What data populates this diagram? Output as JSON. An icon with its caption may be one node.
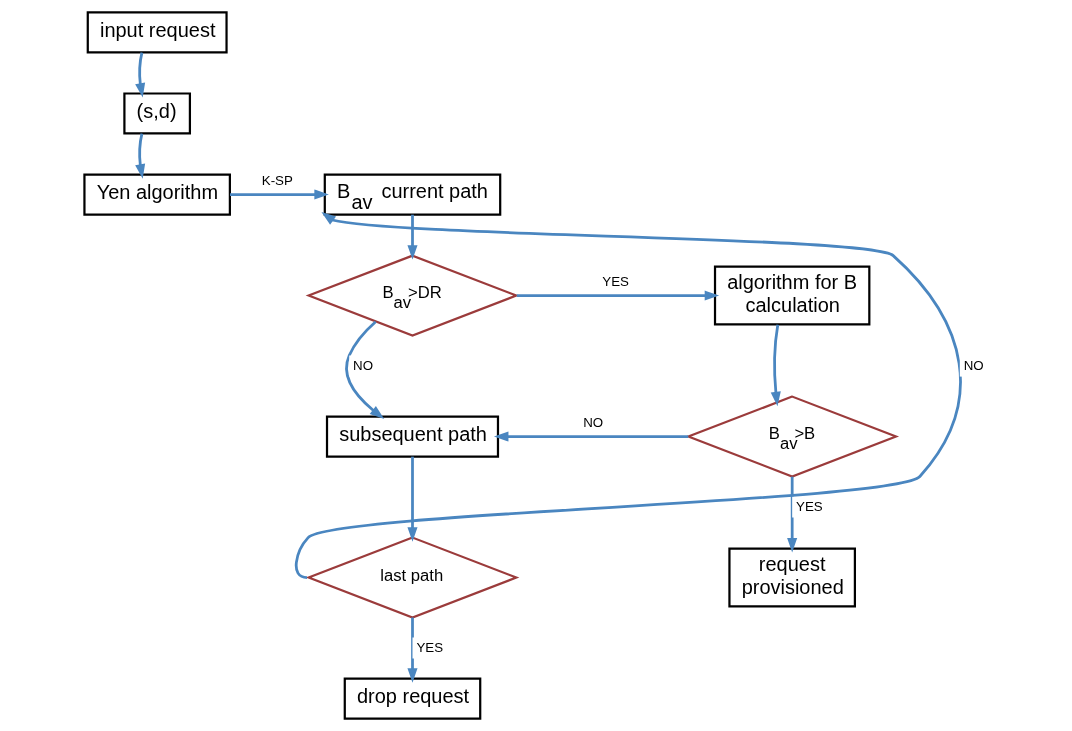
{
  "diagram": {
    "nodes": [
      {
        "text": [
          "input request"
        ]
      },
      {
        "text": [
          "(s,d)"
        ]
      },
      {
        "text": [
          "Yen algorithm"
        ]
      },
      {
        "text": [
          "B$_{av}$ current path"
        ]
      },
      {
        "text": [
          "B$_{av}$>DR"
        ]
      },
      {
        "text": [
          "algorithm for B calculation"
        ]
      },
      {
        "text": [
          "subsequent path"
        ]
      },
      {
        "text": [
          "B$_{av}$>B"
        ]
      },
      {
        "text": [
          "last path"
        ]
      },
      {
        "text": [
          "request provisioned"
        ]
      },
      {
        "text": [
          "drop request"
        ]
      }
    ],
    "edges": [
      {
        "from": 0,
        "to": 1,
        "arrow": "to"
      },
      {
        "from": 1,
        "to": 2,
        "arrow": "to"
      },
      {
        "from": 2,
        "to": 3,
        "arrow": "to",
        "label": "K-SP"
      },
      {
        "from": 3,
        "to": 4,
        "arrow": "to"
      },
      {
        "from": 4,
        "to": 5,
        "arrow": "to",
        "label": "YES"
      },
      {
        "from": 4,
        "to": 6,
        "arrow": "to",
        "label": "NO"
      },
      {
        "from": 5,
        "to": 7,
        "arrow": "to"
      },
      {
        "from": 7,
        "to": 6,
        "arrow": "to",
        "label": "NO"
      },
      {
        "from": 7,
        "to": 9,
        "arrow": "to",
        "label": "YES"
      },
      {
        "from": 6,
        "to": 8,
        "arrow": "to"
      },
      {
        "from": 8,
        "to": 3,
        "arrow": "to",
        "label": "NO"
      },
      {
        "from": 8,
        "to": 10,
        "arrow": "to",
        "label": "YES"
      }
    ]
  }
}
